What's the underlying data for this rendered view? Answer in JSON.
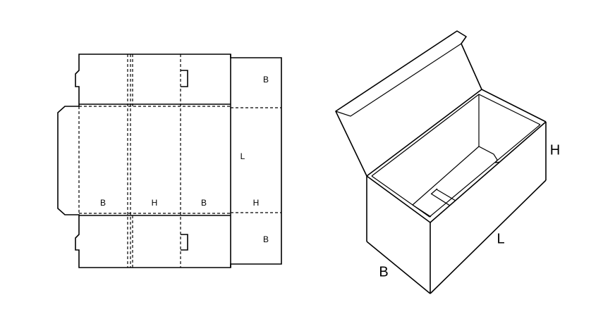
{
  "flat_labels": {
    "top_right_flap": "B",
    "right_side": "L",
    "bottom_b": "B",
    "bottom_h1": "H",
    "bottom_b2": "B",
    "bottom_h2": "H",
    "bottom_right_flap": "B"
  },
  "box_labels": {
    "height": "H",
    "length": "L",
    "breadth": "B"
  }
}
